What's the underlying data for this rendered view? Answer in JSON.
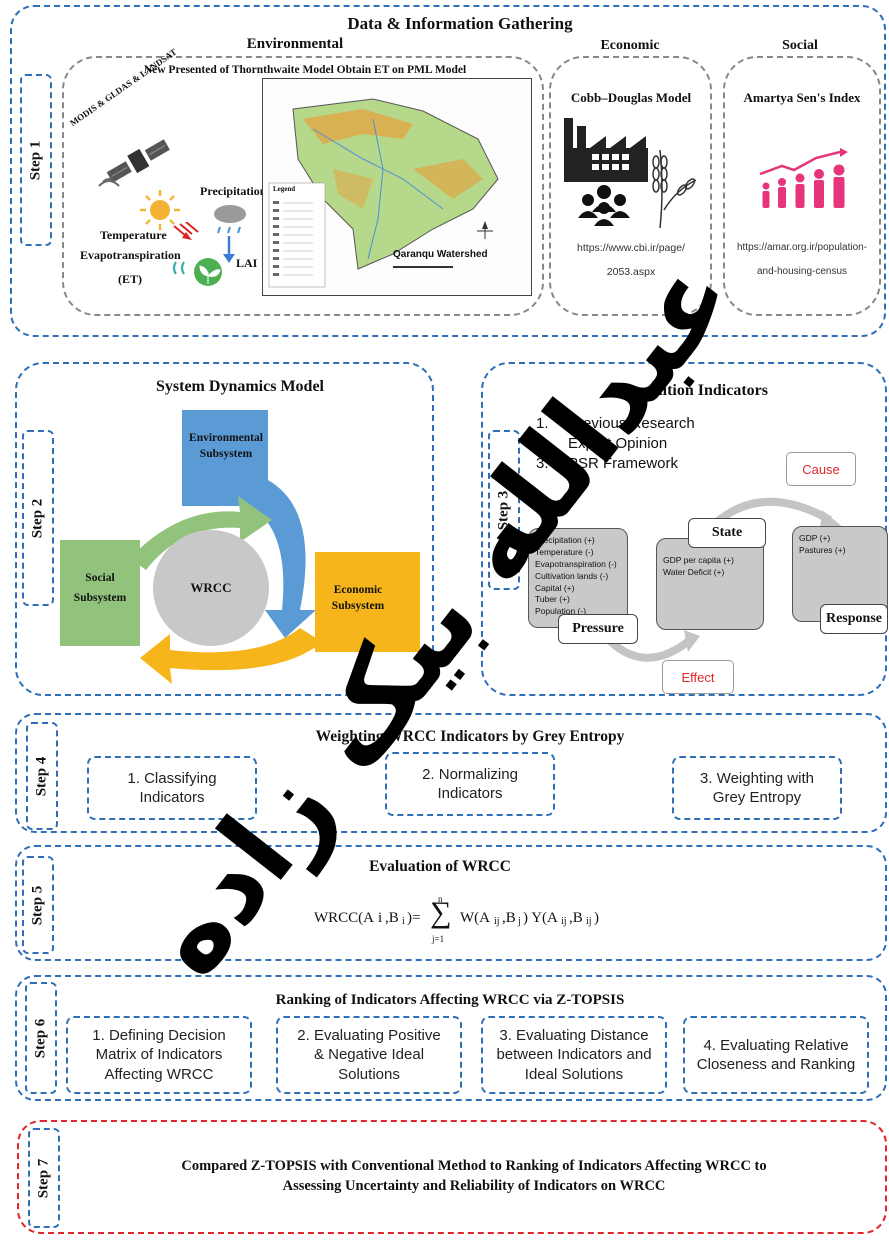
{
  "step1": {
    "step_label": "Step 1",
    "title": "Data & Information Gathering",
    "environmental": {
      "heading": "Environmental",
      "subtitle": "New Presented of Thornthwaite Model Obtain ET on PML Model",
      "satellite_label": "MODIS & GLDAS & LANDSAT",
      "precipitation": "Precipitation",
      "temperature": "Temperature",
      "evapotranspiration": "Evapotranspiration",
      "et": "(ET)",
      "lai": "LAI",
      "map_title": "Qaranqu Watershed",
      "legend_title": "Legend"
    },
    "economic": {
      "heading": "Economic",
      "model": "Cobb–Douglas Model",
      "url_line1": "https://www.cbi.ir/page/",
      "url_line2": "2053.aspx"
    },
    "social": {
      "heading": "Social",
      "model": "Amartya Sen's Index",
      "url_line1": "https://amar.org.ir/population-",
      "url_line2": "and-housing-census"
    }
  },
  "step2": {
    "step_label": "Step 2",
    "title": "System Dynamics Model",
    "env_line1": "Environmental",
    "env_line2": "Subsystem",
    "econ_line1": "Economic",
    "econ_line2": "Subsystem",
    "social_line1": "Social",
    "social_line2": "Subsystem",
    "center": "WRCC",
    "colors": {
      "environmental": "#5b9bd5",
      "economic": "#f7b51c",
      "social": "#92c37d",
      "center": "#c8c8c8"
    }
  },
  "step3": {
    "step_label": "Step 3",
    "title": "Recognition Indicators",
    "list": [
      {
        "num": "1.",
        "text": "Previous Research"
      },
      {
        "num": "2.",
        "text": "Expert Opinion"
      },
      {
        "num": "3.",
        "text": "PSR Framework"
      }
    ],
    "cause": "Cause",
    "effect": "Effect",
    "pressure": {
      "label": "Pressure",
      "items": [
        "Precipitation (+)",
        "Temperature (-)",
        "Evapotranspiration (-)",
        "Cultivation lands (-)",
        "Capital (+)",
        "Tuber (+)",
        "Population (-)"
      ]
    },
    "state": {
      "label": "State",
      "items": [
        "GDP per capita (+)",
        "Water Deficit (+)"
      ]
    },
    "response": {
      "label": "Response",
      "items": [
        "GDP (+)",
        "Pastures (+)"
      ]
    }
  },
  "step4": {
    "step_label": "Step 4",
    "title": "Weighting WRCC Indicators by Grey Entropy",
    "boxes": [
      {
        "line1": "1. Classifying",
        "line2": "Indicators"
      },
      {
        "line1": "2. Normalizing",
        "line2": "Indicators"
      },
      {
        "line1": "3. Weighting with",
        "line2": "Grey Entropy"
      }
    ]
  },
  "step5": {
    "step_label": "Step 5",
    "title": "Evaluation of WRCC",
    "formula_lhs": "WRCC(A",
    "sum_top": "n",
    "sum_bottom": "j=1"
  },
  "step6": {
    "step_label": "Step 6",
    "title": "Ranking of Indicators Affecting WRCC via Z-TOPSIS",
    "boxes": [
      {
        "line1": "1. Defining Decision",
        "line2": "Matrix of Indicators",
        "line3": "Affecting WRCC"
      },
      {
        "line1": "2. Evaluating Positive",
        "line2": "& Negative Ideal",
        "line3": "Solutions"
      },
      {
        "line1": "3. Evaluating Distance",
        "line2": "between Indicators and",
        "line3": "Ideal Solutions"
      },
      {
        "line1": "4. Evaluating Relative",
        "line2": "Closeness and Ranking",
        "line3": ""
      }
    ]
  },
  "step7": {
    "step_label": "Step 7",
    "line1": "Compared Z-TOPSIS with Conventional Method to Ranking of Indicators Affecting WRCC to",
    "line2": "Assessing Uncertainty and Reliability of Indicators on WRCC"
  },
  "watermark": "عبدالله بیک زاده"
}
